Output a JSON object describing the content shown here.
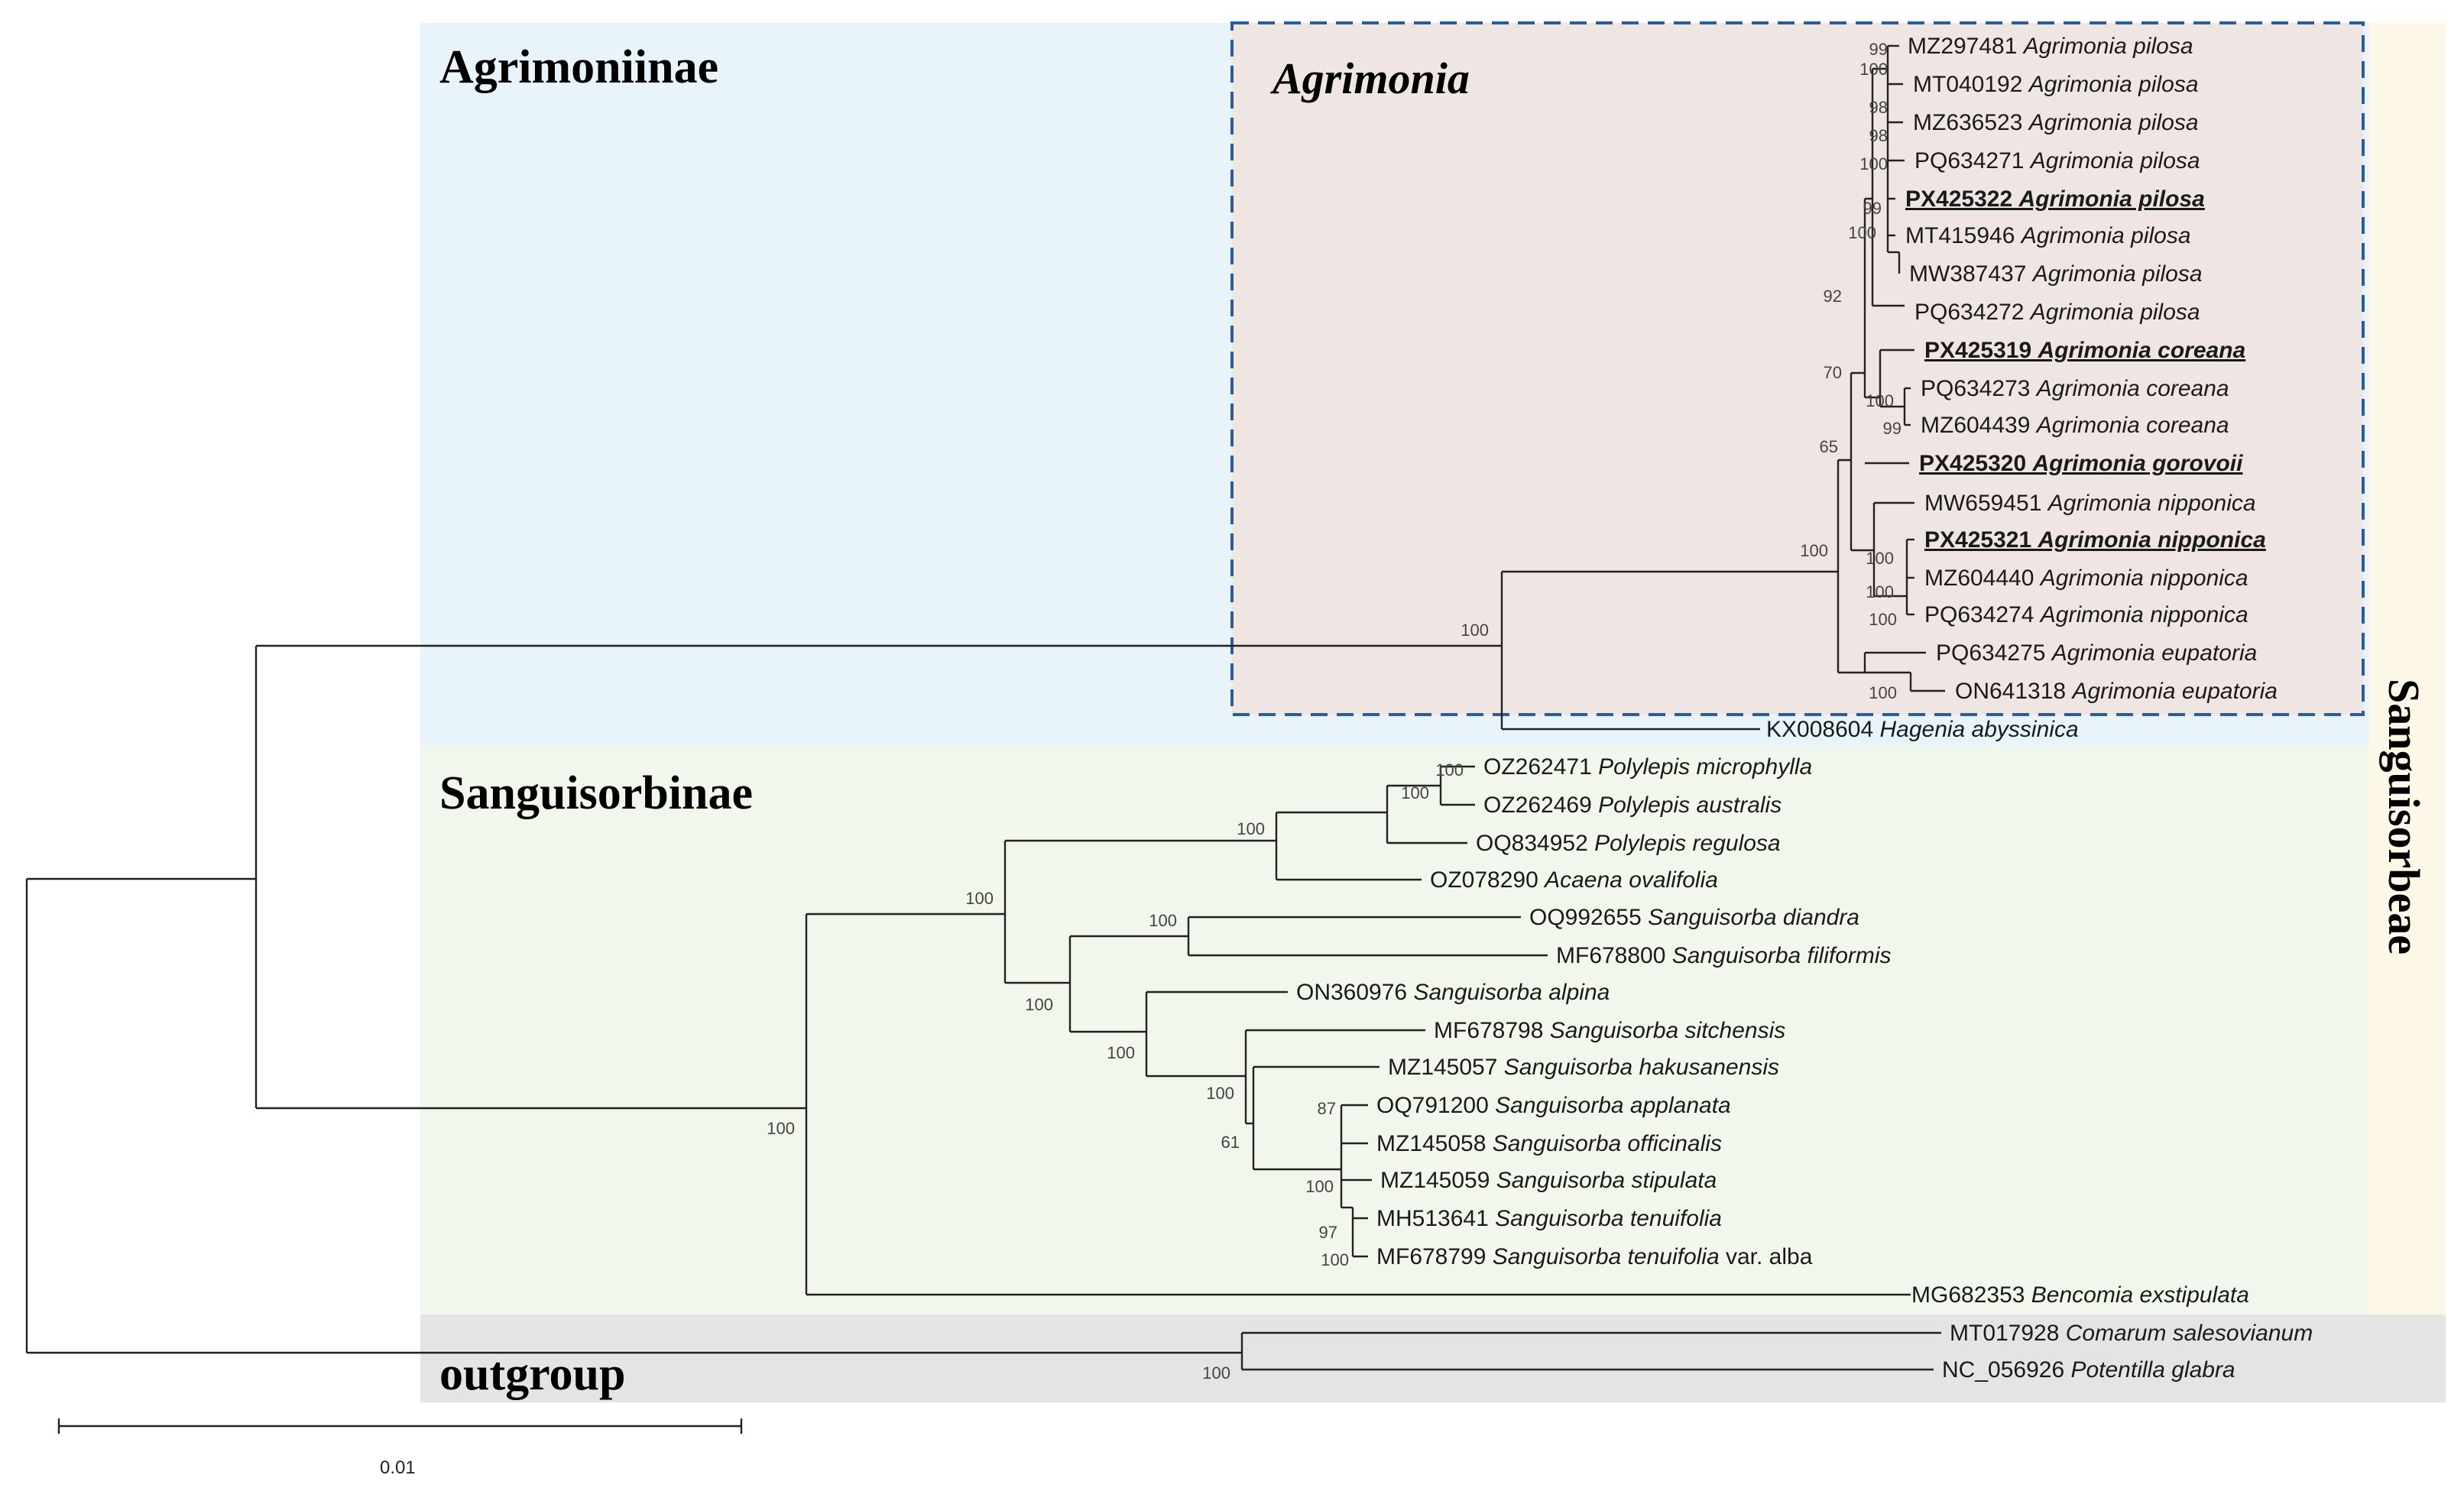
{
  "colors": {
    "agrimoniinae_bg": "#e8f3fa",
    "genus_box_bg": "#efe6e4",
    "genus_box_border": "#2a5d9a",
    "sanguisorbinae_bg": "#f1f7ec",
    "outgroup_bg": "#e4e4e4",
    "tribe_bg": "#fcf7e6",
    "branch": "#222222"
  },
  "groups": {
    "agrimoniinae": "Agrimoniinae",
    "agrimonia": "Agrimonia",
    "sanguisorbinae": "Sanguisorbinae",
    "outgroup": "outgroup",
    "tribe": "Sanguisorbeae"
  },
  "scale_bar": {
    "label": "0.01"
  },
  "taxa": [
    {
      "acc": "MZ297481",
      "name": "Agrimonia pilosa"
    },
    {
      "acc": "MT040192",
      "name": "Agrimonia pilosa"
    },
    {
      "acc": "MZ636523",
      "name": "Agrimonia pilosa"
    },
    {
      "acc": "PQ634271",
      "name": "Agrimonia pilosa"
    },
    {
      "acc": "PX425322",
      "name": "Agrimonia pilosa",
      "highlight": true
    },
    {
      "acc": "MT415946",
      "name": "Agrimonia pilosa"
    },
    {
      "acc": "MW387437",
      "name": "Agrimonia pilosa"
    },
    {
      "acc": "PQ634272",
      "name": "Agrimonia pilosa"
    },
    {
      "acc": "PX425319",
      "name": "Agrimonia coreana",
      "highlight": true
    },
    {
      "acc": "PQ634273",
      "name": "Agrimonia coreana"
    },
    {
      "acc": "MZ604439",
      "name": "Agrimonia coreana"
    },
    {
      "acc": "PX425320",
      "name": "Agrimonia gorovoii",
      "highlight": true
    },
    {
      "acc": "MW659451",
      "name": "Agrimonia nipponica"
    },
    {
      "acc": "PX425321",
      "name": "Agrimonia nipponica",
      "highlight": true
    },
    {
      "acc": "MZ604440",
      "name": "Agrimonia nipponica"
    },
    {
      "acc": "PQ634274",
      "name": "Agrimonia nipponica"
    },
    {
      "acc": "PQ634275",
      "name": "Agrimonia eupatoria"
    },
    {
      "acc": "ON641318",
      "name": "Agrimonia eupatoria"
    },
    {
      "acc": "KX008604",
      "name": "Hagenia abyssinica"
    },
    {
      "acc": "OZ262471",
      "name": "Polylepis microphylla"
    },
    {
      "acc": "OZ262469",
      "name": "Polylepis australis"
    },
    {
      "acc": "OQ834952",
      "name": "Polylepis regulosa"
    },
    {
      "acc": "OZ078290",
      "name": "Acaena ovalifolia"
    },
    {
      "acc": "OQ992655",
      "name": "Sanguisorba diandra"
    },
    {
      "acc": "MF678800",
      "name": "Sanguisorba filiformis"
    },
    {
      "acc": "ON360976",
      "name": "Sanguisorba alpina"
    },
    {
      "acc": "MF678798",
      "name": "Sanguisorba sitchensis"
    },
    {
      "acc": "MZ145057",
      "name": "Sanguisorba hakusanensis"
    },
    {
      "acc": "OQ791200",
      "name": "Sanguisorba applanata"
    },
    {
      "acc": "MZ145058",
      "name": "Sanguisorba officinalis"
    },
    {
      "acc": "MZ145059",
      "name": "Sanguisorba stipulata"
    },
    {
      "acc": "MH513641",
      "name": "Sanguisorba tenuifolia"
    },
    {
      "acc": "MF678799",
      "name": "Sanguisorba tenuifolia",
      "suffix": "var. alba"
    },
    {
      "acc": "MG682353",
      "name": "Bencomia exstipulata"
    },
    {
      "acc": "MT017928",
      "name": "Comarum salesovianum"
    },
    {
      "acc": "NC_056926",
      "name": "Potentilla glabra"
    }
  ],
  "bootstrap": [
    "99",
    "100",
    "98",
    "98",
    "100",
    "99",
    "100",
    "92",
    "70",
    "100",
    "99",
    "65",
    "100",
    "100",
    "100",
    "100",
    "100",
    "100",
    "100",
    "100",
    "100",
    "100",
    "100",
    "100",
    "100",
    "87",
    "100",
    "61",
    "100",
    "97",
    "100",
    "100",
    "100"
  ]
}
